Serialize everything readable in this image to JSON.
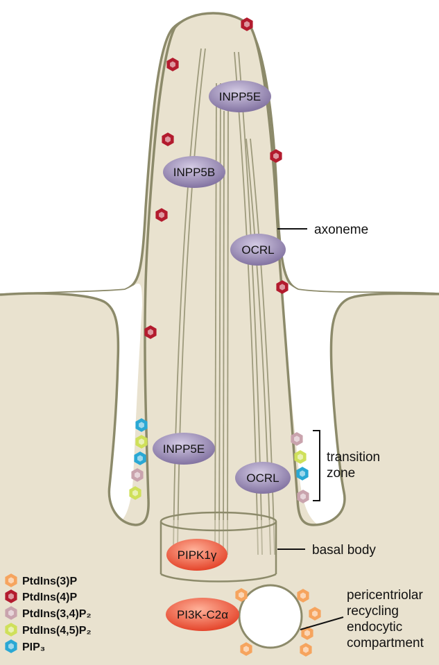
{
  "colors": {
    "membrane_fill": "#e9e2cf",
    "membrane_stroke": "#8c8a6a",
    "microtubule": "#9d9a7c",
    "enzyme_purple": "#8f7fad",
    "enzyme_red": "#e8553a",
    "ptdins3p": "#f6a45e",
    "ptdins4p": "#b31b2e",
    "ptdins34p2": "#c9a3ad",
    "ptdins45p2": "#cfe05a",
    "pip3": "#2aa8d4"
  },
  "enzymes": {
    "inpp5e_tip": "INPP5E",
    "inpp5b": "INPP5B",
    "ocrl_axoneme": "OCRL",
    "inpp5e_tz": "INPP5E",
    "ocrl_tz": "OCRL",
    "pipk1g": "PIPK1γ",
    "pi3k": "PI3K-C2α"
  },
  "labels": {
    "axoneme": "axoneme",
    "transition_1": "transition",
    "transition_2": "zone",
    "basal_body": "basal body",
    "pcrc_1": "pericentriolar",
    "pcrc_2": "recycling",
    "pcrc_3": "endocytic",
    "pcrc_4": "compartment"
  },
  "legend": [
    {
      "label": "PtdIns(3)P",
      "color_key": "ptdins3p"
    },
    {
      "label": "PtdIns(4)P",
      "color_key": "ptdins4p"
    },
    {
      "label": "PtdIns(3,4)P₂",
      "color_key": "ptdins34p2"
    },
    {
      "label": "PtdIns(4,5)P₂",
      "color_key": "ptdins45p2"
    },
    {
      "label": "PIP₃",
      "color_key": "pip3"
    }
  ]
}
